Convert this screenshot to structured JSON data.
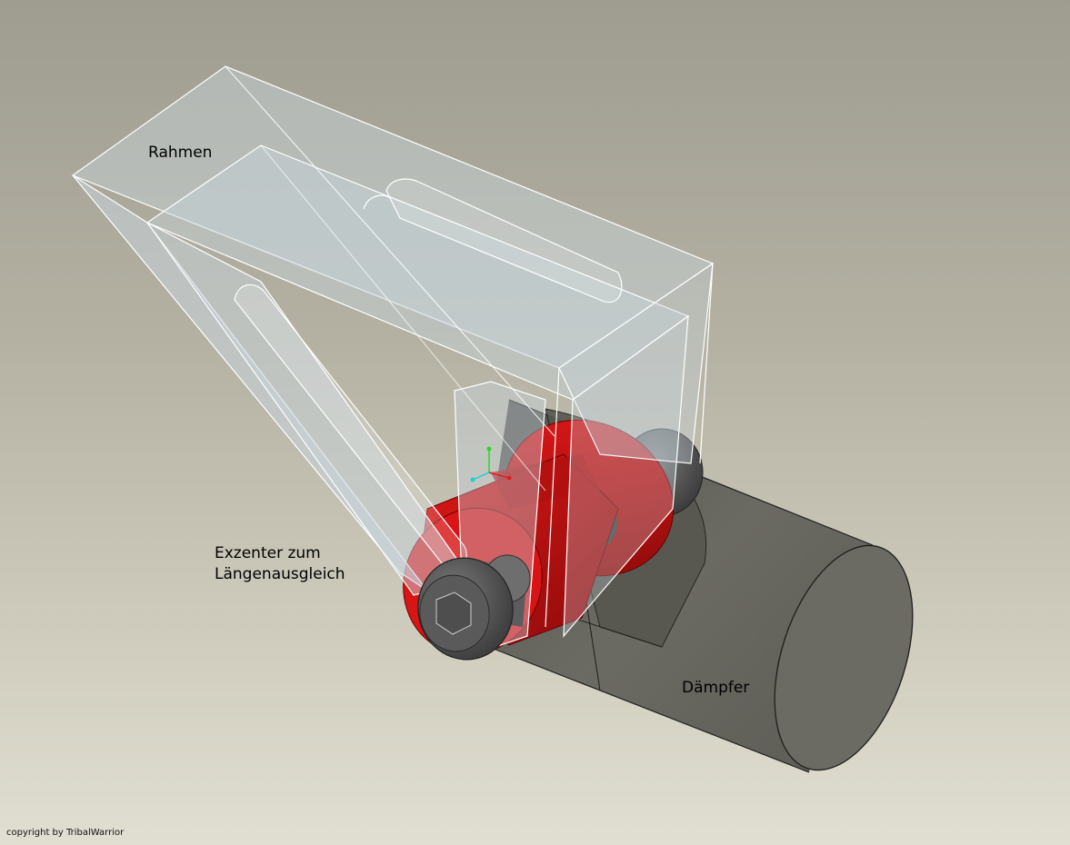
{
  "labels": {
    "frame": "Rahmen",
    "eccentric_line1": "Exzenter zum",
    "eccentric_line2": "Längenausgleich",
    "damper": "Dämpfer"
  },
  "copyright": "copyright by TribalWarrior",
  "colors": {
    "background_top": "#9f9d90",
    "background_bottom": "#e1dfd2",
    "frame_fill": "#c8d2da",
    "frame_edge": "#ffffff",
    "eccentric": "#c81010",
    "damper": "#5f5e58",
    "bolt": "#4a4a4a"
  }
}
